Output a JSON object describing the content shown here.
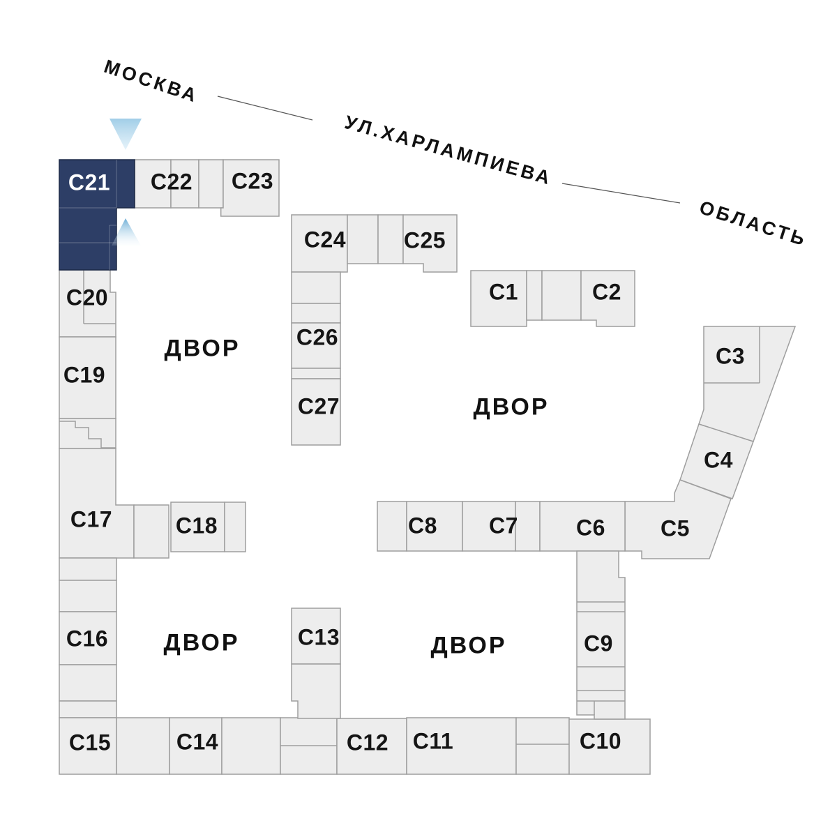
{
  "roads": {
    "moscow": "МОСКВА",
    "street": "УЛ.ХАРЛАМПИЕВА",
    "oblast": "ОБЛАСТЬ"
  },
  "courtyard_label": "ДВОР",
  "highlighted_block": "С21",
  "blocks": {
    "c1": "С1",
    "c2": "С2",
    "c3": "С3",
    "c4": "С4",
    "c5": "С5",
    "c6": "С6",
    "c7": "С7",
    "c8": "С8",
    "c9": "С9",
    "c10": "С10",
    "c11": "С11",
    "c12": "С12",
    "c13": "С13",
    "c14": "С14",
    "c15": "С15",
    "c16": "С16",
    "c17": "С17",
    "c18": "С18",
    "c19": "С19",
    "c20": "С20",
    "c21": "С21",
    "c22": "С22",
    "c23": "С23",
    "c24": "С24",
    "c25": "С25",
    "c26": "С26",
    "c27": "С27"
  },
  "colors": {
    "background": "#ffffff",
    "block_fill": "#ededed",
    "block_stroke": "#9e9e9e",
    "highlight_fill": "#2d3e66",
    "highlight_stroke": "#1c2947",
    "arrow_blue": "#7fb9dc"
  }
}
